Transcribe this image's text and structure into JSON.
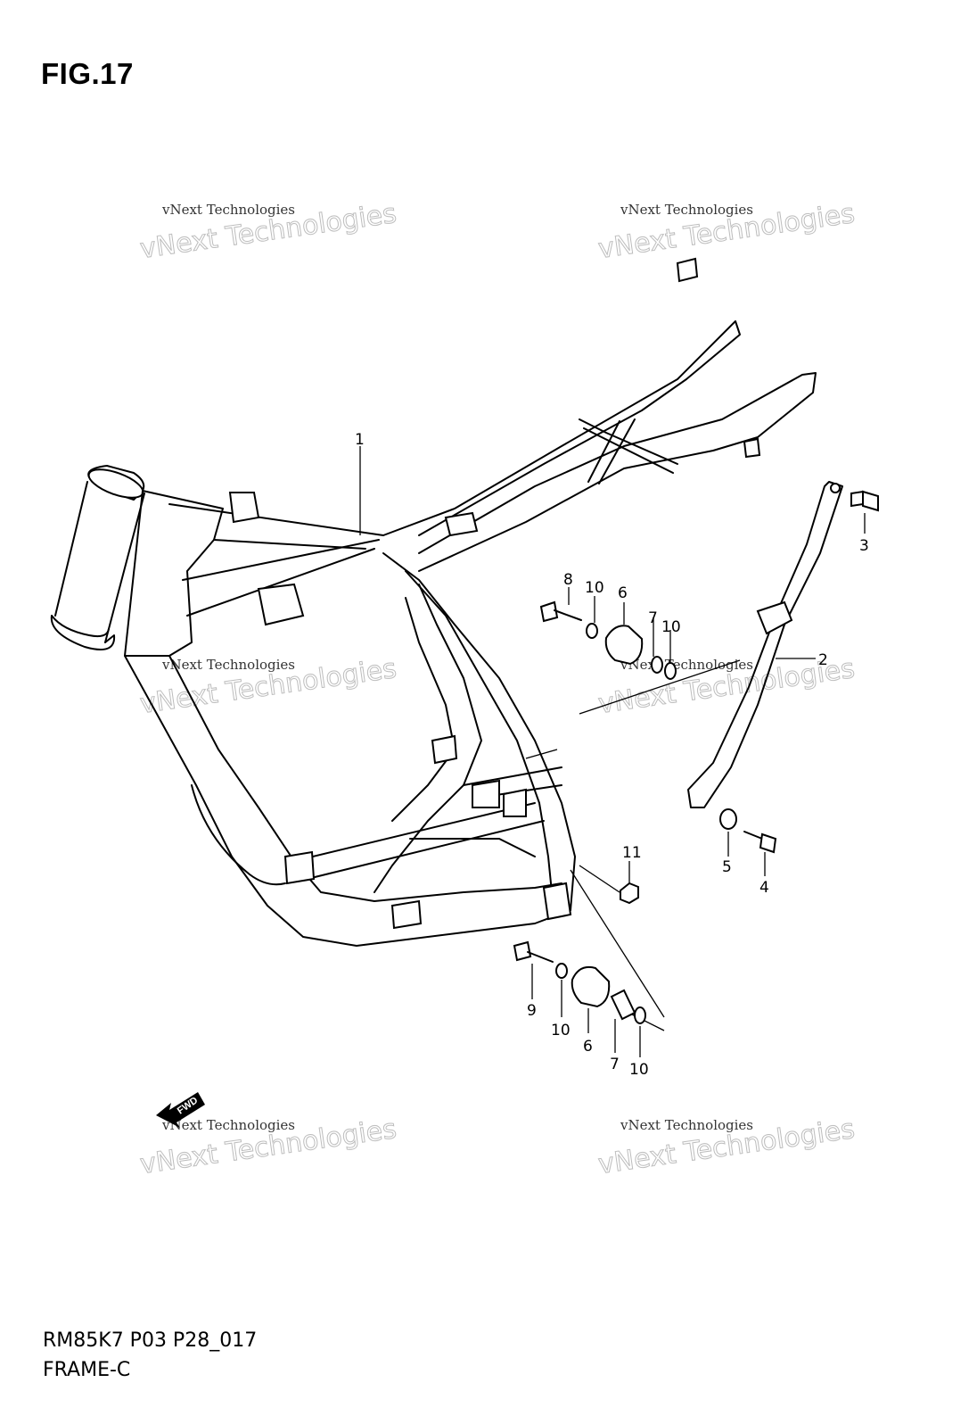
{
  "figure": {
    "title": "FIG.17",
    "code": "RM85K7 P03 P28_017",
    "name": "FRAME-C"
  },
  "watermark": {
    "text": "vNext Technologies"
  },
  "fwd_arrow": {
    "label": "FWD"
  },
  "callouts": [
    {
      "id": "c1",
      "label": "1"
    },
    {
      "id": "c2",
      "label": "2"
    },
    {
      "id": "c3",
      "label": "3"
    },
    {
      "id": "c4",
      "label": "4"
    },
    {
      "id": "c5",
      "label": "5"
    },
    {
      "id": "c6a",
      "label": "6"
    },
    {
      "id": "c6b",
      "label": "6"
    },
    {
      "id": "c7a",
      "label": "7"
    },
    {
      "id": "c7b",
      "label": "7"
    },
    {
      "id": "c8",
      "label": "8"
    },
    {
      "id": "c9",
      "label": "9"
    },
    {
      "id": "c10a",
      "label": "10"
    },
    {
      "id": "c10b",
      "label": "10"
    },
    {
      "id": "c10c",
      "label": "10"
    },
    {
      "id": "c10d",
      "label": "10"
    },
    {
      "id": "c11",
      "label": "11"
    }
  ]
}
